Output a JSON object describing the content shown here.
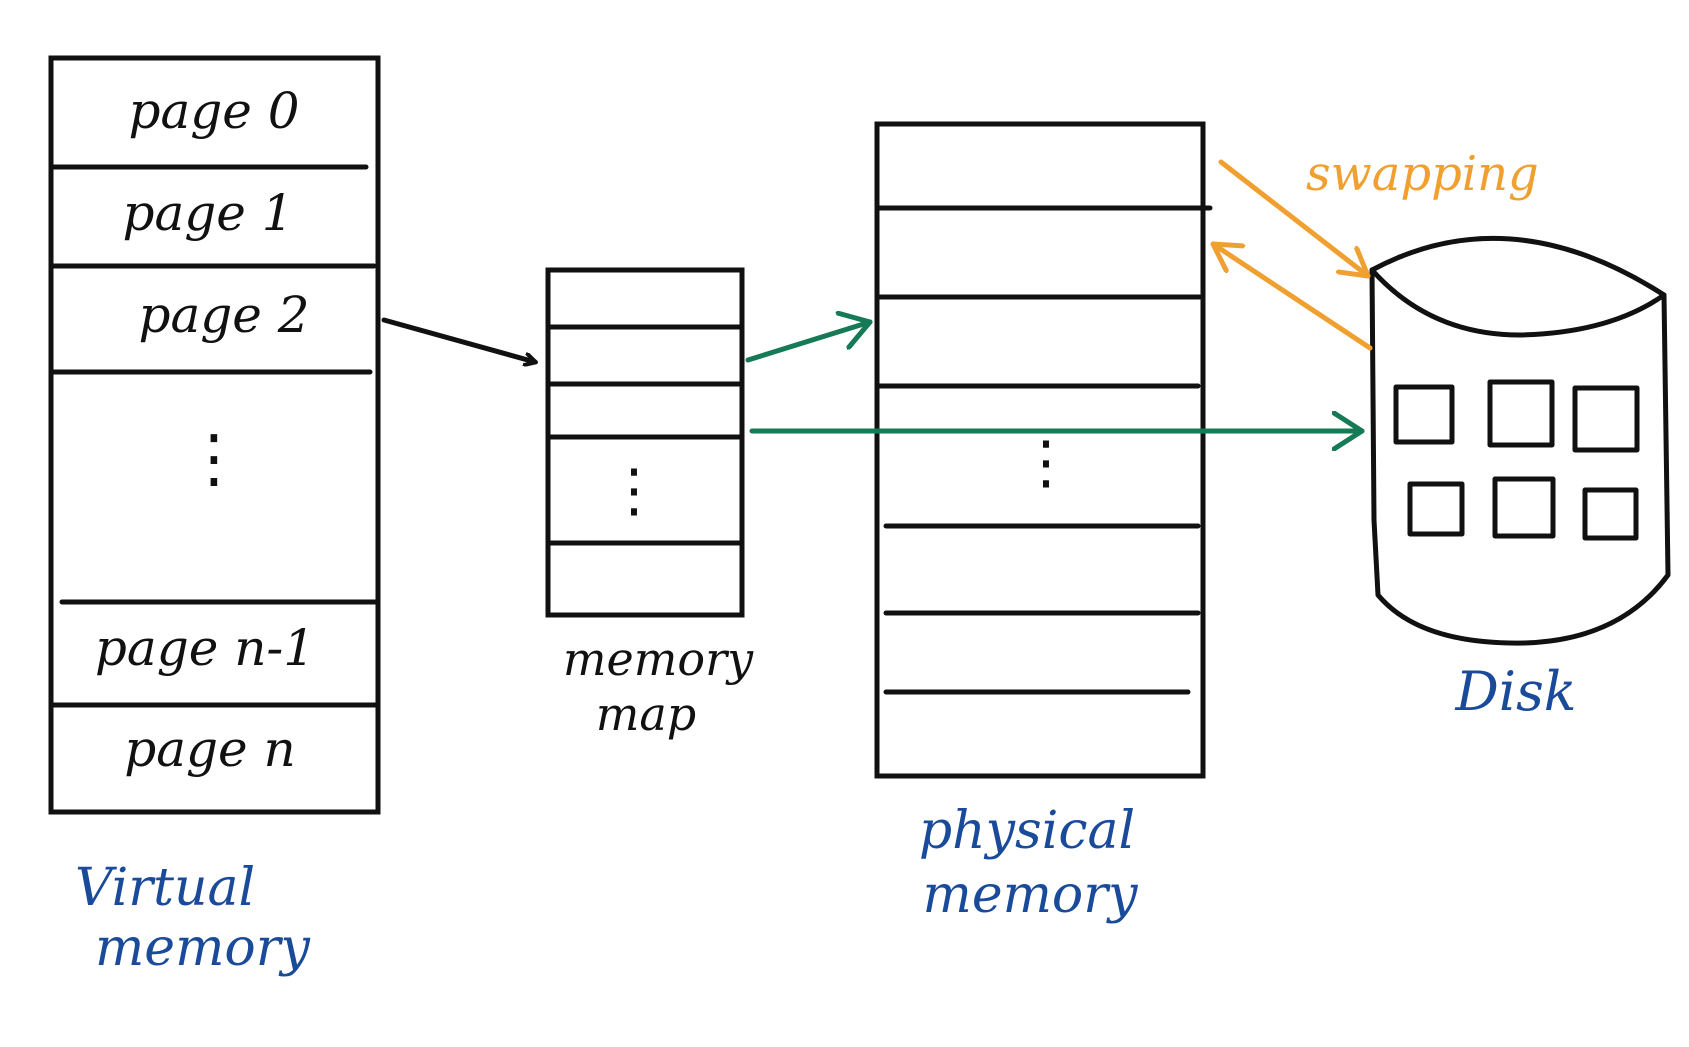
{
  "virtual_memory": {
    "pages": [
      "page 0",
      "page 1",
      "page 2",
      "page n-1",
      "page n"
    ],
    "ellipsis": "⋮",
    "label_line1": "Virtual",
    "label_line2": "memory"
  },
  "memory_map": {
    "ellipsis": "⋮",
    "label_line1": "memory",
    "label_line2": "map"
  },
  "physical_memory": {
    "ellipsis": "⋮",
    "label_line1": "physical",
    "label_line2": "memory"
  },
  "disk": {
    "label": "Disk"
  },
  "swapping": {
    "label": "swapping"
  },
  "colors": {
    "stroke": "#111111",
    "label_blue": "#1a4a9a",
    "swap_orange": "#f0a030",
    "map_green": "#157a55"
  }
}
